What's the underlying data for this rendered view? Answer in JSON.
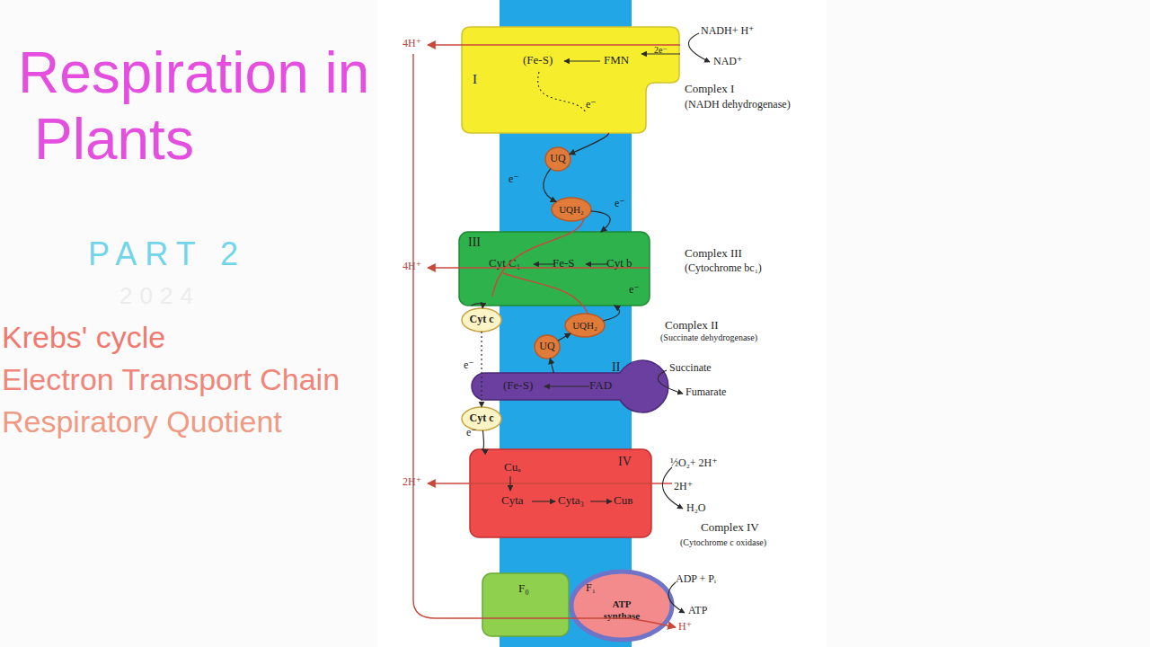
{
  "diagram": {
    "title": "Respiration in Plants",
    "nodes": [
      {
        "text": [
          "I",
          "(Fe-S)",
          "FMN",
          "2e⁻",
          "Complex I",
          "(NADH dehydrogenase)"
        ]
      },
      {
        "text": [
          "UQ"
        ]
      },
      {
        "text": [
          "UQH₂"
        ]
      },
      {
        "text": [
          "III",
          "Cyt C₁",
          "Fe-S",
          "Cyt b",
          "Complex III",
          "(Cytochrome bc₁)"
        ]
      },
      {
        "text": [
          "Cyt c"
        ]
      },
      {
        "text": [
          "UQH₂"
        ]
      },
      {
        "text": [
          "UQ"
        ]
      },
      {
        "text": [
          "II",
          "(Fe-S)",
          "FAD",
          "Complex II",
          "(Succinate dehydrogenase)"
        ]
      },
      {
        "text": [
          "Cyt c"
        ]
      },
      {
        "text": [
          "IV",
          "Cuₐ",
          "Cyta",
          "Cyta₃",
          "Cuʙ",
          "Complex IV",
          "(Cytochrome c oxidase)"
        ]
      },
      {
        "text": [
          "F₀"
        ]
      },
      {
        "text": [
          "F₁",
          "ATP synthase"
        ]
      }
    ],
    "edges": [
      {
        "from": 0,
        "to": 1,
        "arrow": "to",
        "label": "e⁻"
      },
      {
        "from": 1,
        "to": 2,
        "arrow": "to",
        "label": "e⁻"
      },
      {
        "from": 2,
        "to": 3,
        "arrow": "to",
        "label": "e⁻"
      },
      {
        "from": 5,
        "to": 3,
        "arrow": "to",
        "label": "e⁻"
      },
      {
        "from": 3,
        "to": 4,
        "arrow": "to"
      },
      {
        "from": 4,
        "to": 8,
        "arrow": "to",
        "label": "e⁻"
      },
      {
        "from": 8,
        "to": 9,
        "arrow": "to",
        "label": "e⁻"
      },
      {
        "from": 7,
        "to": 6,
        "arrow": "to"
      },
      {
        "from": 6,
        "to": 5,
        "arrow": "to"
      }
    ],
    "labels": [
      "PART 2",
      "2024",
      "Krebs' cycle",
      "Electron Transport Chain",
      "Respiratory Quotient",
      "4H⁺",
      "NADH+ H⁺",
      "NAD⁺",
      "4H⁺",
      "Succinate",
      "Fumarate",
      "½O₂+ 2H⁺",
      "2H⁺",
      "2H⁺",
      "H₂O",
      "ADP + Pᵢ",
      "ATP",
      "H⁺"
    ]
  }
}
